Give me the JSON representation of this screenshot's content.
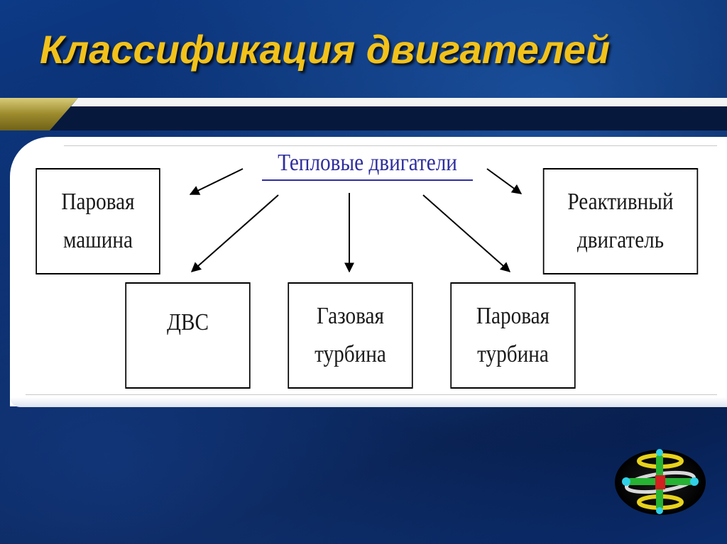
{
  "slide": {
    "title": "Классификация двигателей",
    "colors": {
      "background": "#0a2a63",
      "title": "#f2c21a",
      "panel": "#ffffff",
      "root_text": "#2e2e9e",
      "node_border": "#000000"
    }
  },
  "diagram": {
    "root": "Тепловые двигатели",
    "nodes": {
      "steam_engine": [
        "Паровая",
        "машина"
      ],
      "jet_engine": [
        "Реактивный",
        "двигатель"
      ],
      "ice": [
        "ДВС"
      ],
      "gas_turbine": [
        "Газовая",
        "турбина"
      ],
      "steam_turbine": [
        "Паровая",
        "турбина"
      ]
    },
    "edges": [
      {
        "from": "root",
        "to": "steam_engine"
      },
      {
        "from": "root",
        "to": "ice"
      },
      {
        "from": "root",
        "to": "gas_turbine"
      },
      {
        "from": "root",
        "to": "steam_turbine"
      },
      {
        "from": "root",
        "to": "jet_engine"
      }
    ]
  },
  "logo": {
    "icon": "atom-logo-icon"
  }
}
